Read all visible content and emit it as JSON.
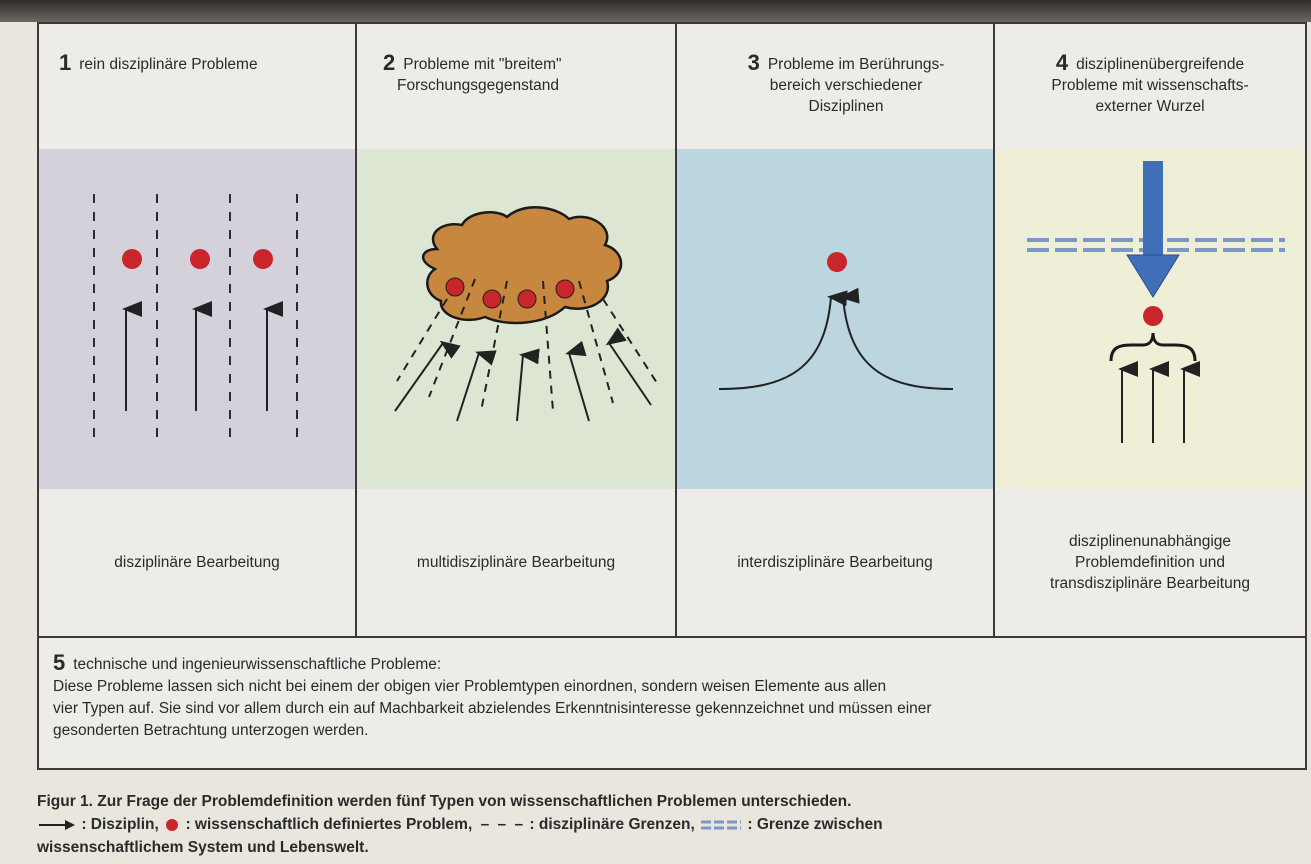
{
  "panels": [
    {
      "number": "1",
      "title": "rein disziplinäre Probleme",
      "caption": "disziplinäre Bearbeitung",
      "band_color": "#d5d1db"
    },
    {
      "number": "2",
      "title_line1": "Probleme mit \"breitem\"",
      "title_line2": "Forschungsgegenstand",
      "caption": "multidisziplinäre Bearbeitung",
      "band_color": "#dce6d2"
    },
    {
      "number": "3",
      "title_line1": "Probleme im Berührungs-",
      "title_line2": "bereich verschiedener",
      "title_line3": "Disziplinen",
      "caption": "interdisziplinäre Bearbeitung",
      "band_color": "#bcd6df"
    },
    {
      "number": "4",
      "title_line1": "disziplinenübergreifende",
      "title_line2": "Probleme mit wissenschafts-",
      "title_line3": "externer Wurzel",
      "caption_line1": "disziplinenunabhängige",
      "caption_line2": "Problemdefinition und",
      "caption_line3": "transdisziplinäre Bearbeitung",
      "band_color": "#eeefd6"
    }
  ],
  "panel5": {
    "number": "5",
    "title": "technische und ingenieurwissenschaftliche Probleme:",
    "line1": "Diese Probleme lassen sich nicht bei einem der obigen vier Problemtypen einordnen, sondern weisen Elemente aus allen",
    "line2": "vier Typen auf. Sie sind vor allem durch ein auf Machbarkeit abzielendes Erkenntnisinteresse gekennzeichnet und müssen einer",
    "line3": "gesonderten Betrachtung unterzogen werden."
  },
  "figure_caption": {
    "line1": "Figur 1. Zur Frage der Problemdefinition werden fünf Typen von wissenschaftlichen Problemen unterschieden.",
    "legend_disziplin": ": Disziplin,",
    "legend_problem": ": wissenschaftlich definiertes Problem,",
    "legend_dash_symbol": "– – –",
    "legend_grenzen": ": disziplinäre Grenzen,",
    "legend_grenze_system": ": Grenze zwischen",
    "line3": "wissenschaftlichem System und Lebenswelt."
  },
  "colors": {
    "problem_dot": "#c8262a",
    "blob": "#c8873f",
    "down_arrow": "#3f6fb8",
    "boundary": "#7d97c6"
  }
}
